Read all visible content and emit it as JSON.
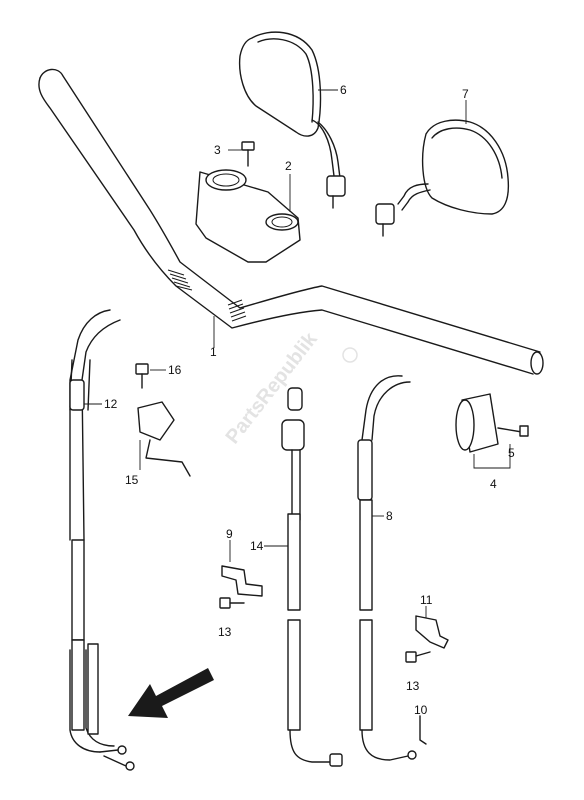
{
  "labels": {
    "p1": "1",
    "p2": "2",
    "p3": "3",
    "p4": "4",
    "p5": "5",
    "p6": "6",
    "p7": "7",
    "p8": "8",
    "p9": "9",
    "p10": "10",
    "p11": "11",
    "p12": "12",
    "p13a": "13",
    "p13b": "13",
    "p14": "14",
    "p15": "15",
    "p16": "16"
  },
  "watermark": "PartsRepublik",
  "colors": {
    "line": "#1a1a1a",
    "background": "#ffffff",
    "watermark": "#e3e3e3"
  }
}
